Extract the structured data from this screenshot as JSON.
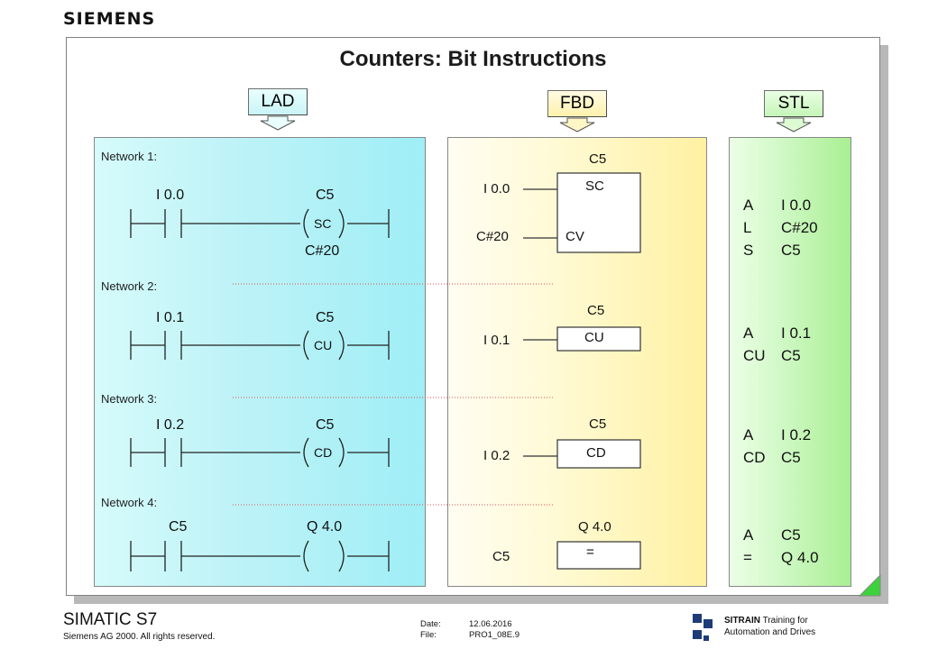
{
  "brand": "SIEMENS",
  "slide_title": "Counters: Bit Instructions",
  "tabs": {
    "lad": "LAD",
    "fbd": "FBD",
    "stl": "STL"
  },
  "lad": {
    "networks": [
      {
        "label": "Network 1:",
        "contact": "I 0.0",
        "coil_addr": "C5",
        "coil_op": "SC",
        "coil_extra": "C#20"
      },
      {
        "label": "Network 2:",
        "contact": "I 0.1",
        "coil_addr": "C5",
        "coil_op": "CU"
      },
      {
        "label": "Network 3:",
        "contact": "I 0.2",
        "coil_addr": "C5",
        "coil_op": "CD"
      },
      {
        "label": "Network 4:",
        "contact": "C5",
        "coil_addr": "Q 4.0",
        "coil_op": ""
      }
    ]
  },
  "fbd": {
    "blocks": [
      {
        "addr": "C5",
        "op": "SC",
        "in1": "I 0.0",
        "in2": "C#20",
        "in2_pin": "CV"
      },
      {
        "addr": "C5",
        "op": "CU",
        "in1": "I 0.1"
      },
      {
        "addr": "C5",
        "op": "CD",
        "in1": "I 0.2"
      },
      {
        "addr": "Q 4.0",
        "op": "=",
        "in1": "C5"
      }
    ]
  },
  "stl": {
    "groups": [
      [
        {
          "op": "A",
          "arg": "I 0.0"
        },
        {
          "op": "L",
          "arg": "C#20"
        },
        {
          "op": "S",
          "arg": "C5"
        }
      ],
      [
        {
          "op": "A",
          "arg": "I 0.1"
        },
        {
          "op": "CU",
          "arg": "C5"
        }
      ],
      [
        {
          "op": "A",
          "arg": "I 0.2"
        },
        {
          "op": "CD",
          "arg": "C5"
        }
      ],
      [
        {
          "op": "A",
          "arg": "C5"
        },
        {
          "op": "=",
          "arg": "Q 4.0"
        }
      ]
    ]
  },
  "footer": {
    "product": "SIMATIC S7",
    "copyright": "Siemens AG 2000. All rights reserved.",
    "date_label": "Date:",
    "date_value": "12.06.2016",
    "file_label": "File:",
    "file_value": "PRO1_08E.9",
    "sitrain_name": "SITRAIN",
    "sitrain_tag1": "Training for",
    "sitrain_tag2": "Automation and Drives"
  },
  "colors": {
    "lad_bg": "#bff3f7",
    "fbd_bg": "#fffad6",
    "stl_bg": "#cff8c4",
    "accent_green": "#3cd23c",
    "guide_red": "#e05050"
  }
}
